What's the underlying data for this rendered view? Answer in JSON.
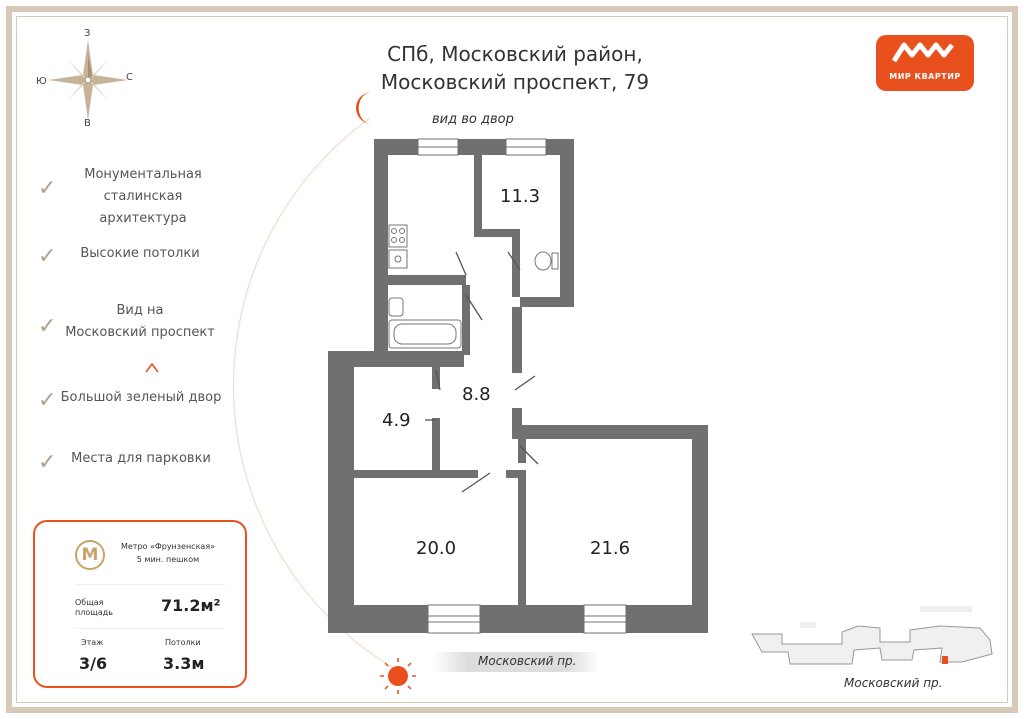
{
  "header": {
    "title_line1": "СПб, Московский район,",
    "title_line2": "Московский проспект, 79",
    "view_label": "вид во двор"
  },
  "logo": {
    "mark": "ᛞᛞᛞ",
    "text": "МИР КВАРТИР",
    "color": "#e8501e"
  },
  "compass": {
    "north": "З",
    "west": "Ю",
    "east": "С",
    "south": "В"
  },
  "features": [
    {
      "line1": "Монументальная",
      "line2": "сталинская архитектура"
    },
    {
      "line1": "Высокие потолки",
      "line2": ""
    },
    {
      "line1": "Вид на",
      "line2": "Московский проспект"
    },
    {
      "line1": "Большой зеленый двор",
      "line2": ""
    },
    {
      "line1": "Места для парковки",
      "line2": ""
    }
  ],
  "card": {
    "metro_name": "Метро «Фрунзенская»",
    "metro_walk": "5 мин. пешком",
    "area_label_1": "Общая",
    "area_label_2": "площадь",
    "area_value": "71.2м²",
    "floor_label": "Этаж",
    "floor_value": "3/6",
    "ceiling_label": "Потолки",
    "ceiling_value": "3.3м"
  },
  "rooms": {
    "kitchen": "11.3",
    "hall": "8.8",
    "small_room": "4.9",
    "room_left": "20.0",
    "room_right": "21.6"
  },
  "street": {
    "main": "Московский пр.",
    "mini": "Московский пр."
  },
  "colors": {
    "wall": "#707070",
    "accent": "#e8501e",
    "beige": "#d9c9b8"
  }
}
